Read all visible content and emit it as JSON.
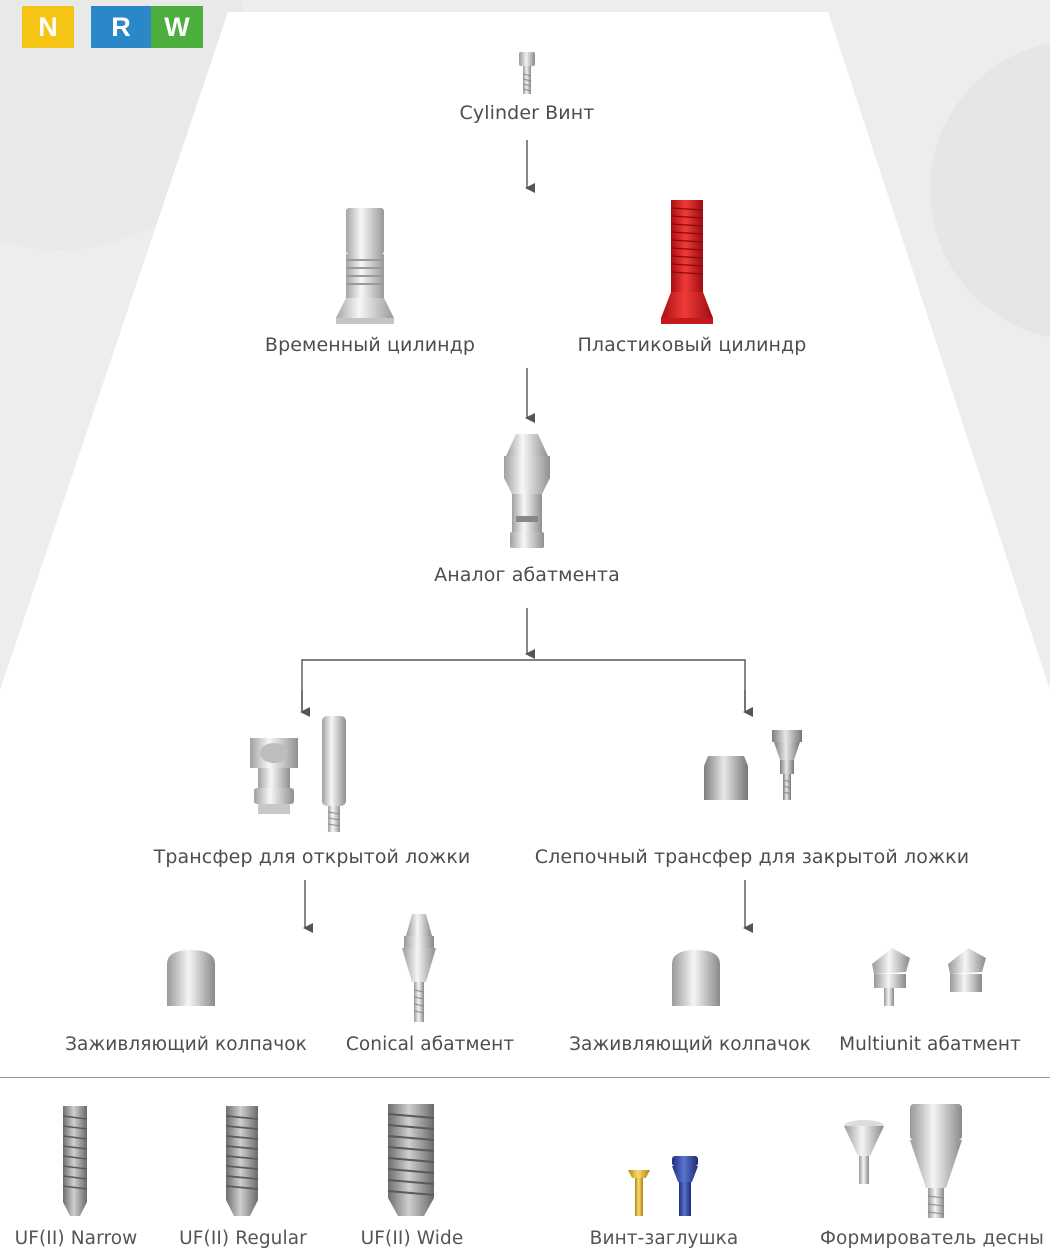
{
  "badges": [
    {
      "label": "N",
      "color": "#f6c414"
    },
    {
      "label": "R",
      "color": "#2a87c8"
    },
    {
      "label": "W",
      "color": "#4caf3d"
    }
  ],
  "nodes": {
    "cylinder_screw": "Cylinder Винт",
    "temporary_cylinder": "Временный цилиндр",
    "plastic_cylinder": "Пластиковый цилиндр",
    "abutment_analog": "Аналог абатмента",
    "open_tray_transfer": "Трансфер для открытой ложки",
    "closed_tray_transfer": "Слепочный трансфер для закрытой ложки",
    "healing_cap_left": "Заживляющий колпачок",
    "conical_abutment": "Conical абатмент",
    "healing_cap_right": "Заживляющий колпачок",
    "multiunit_abutment": "Multiunit абатмент"
  },
  "bottom_row": {
    "implant_narrow": "UF(II) Narrow",
    "implant_regular": "UF(II) Regular",
    "implant_wide": "UF(II) Wide",
    "cover_screw": "Винт-заглушка",
    "healing_abutment": "Формирователь десны"
  },
  "colors": {
    "plastic_red": "#e0141c",
    "cover_screw_gold": "#e3b32a",
    "cover_screw_blue": "#3449a8",
    "arrow": "#555555"
  }
}
